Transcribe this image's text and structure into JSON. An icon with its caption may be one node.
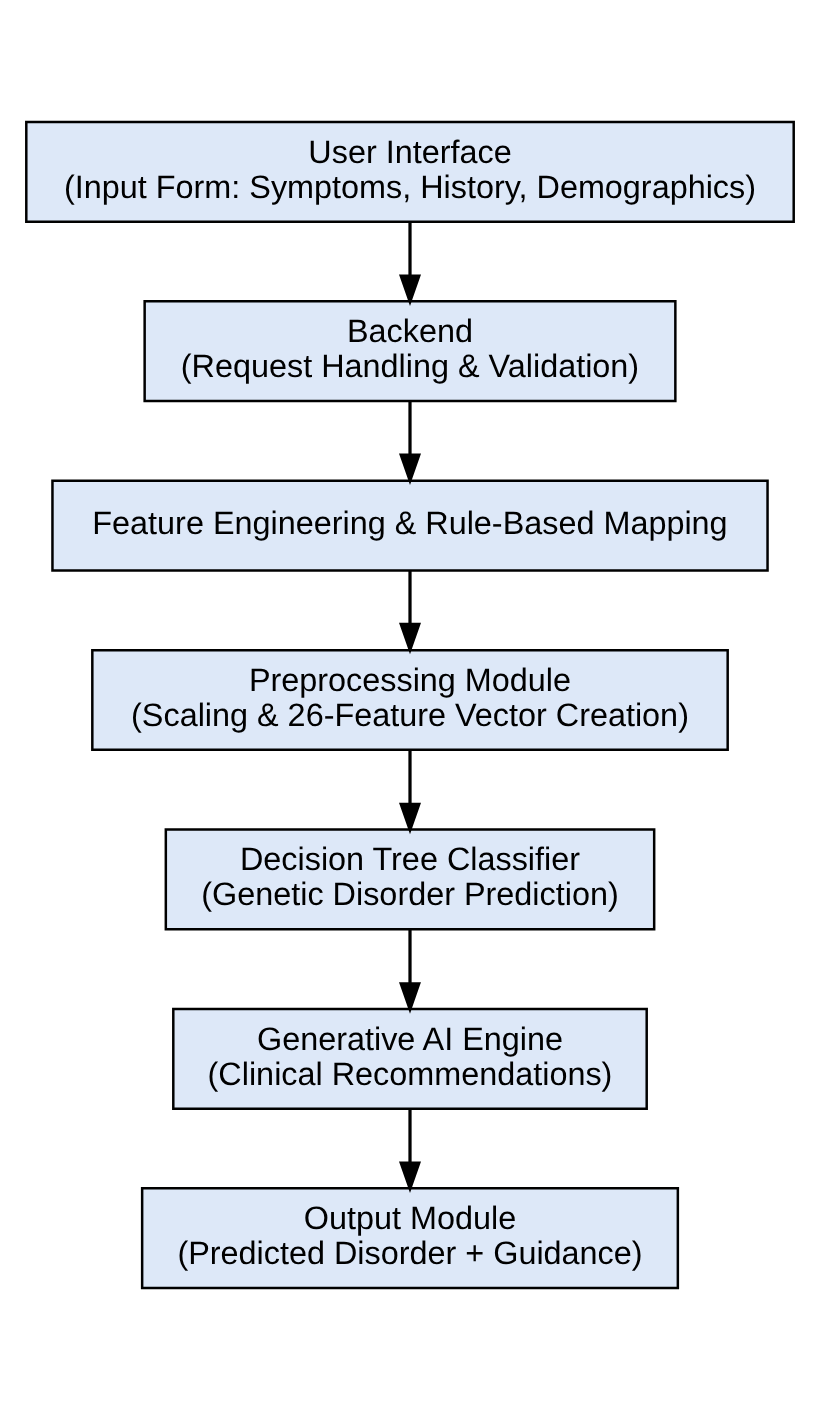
{
  "diagram": {
    "nodes": [
      {
        "text": [
          "User Interface",
          "(Input Form: Symptoms, History, Demographics)"
        ]
      },
      {
        "text": [
          "Backend",
          "(Request Handling & Validation)"
        ]
      },
      {
        "text": [
          "Feature Engineering & Rule-Based Mapping"
        ]
      },
      {
        "text": [
          "Preprocessing Module",
          "(Scaling & 26-Feature Vector Creation)"
        ]
      },
      {
        "text": [
          "Decision Tree Classifier",
          "(Genetic Disorder Prediction)"
        ]
      },
      {
        "text": [
          "Generative AI Engine",
          "(Clinical Recommendations)"
        ]
      },
      {
        "text": [
          "Output Module",
          "(Predicted Disorder + Guidance)"
        ]
      }
    ],
    "edges": [
      {
        "from": 0,
        "to": 1,
        "arrow": "to"
      },
      {
        "from": 1,
        "to": 2,
        "arrow": "to"
      },
      {
        "from": 2,
        "to": 3,
        "arrow": "to"
      },
      {
        "from": 3,
        "to": 4,
        "arrow": "to"
      },
      {
        "from": 4,
        "to": 5,
        "arrow": "to"
      },
      {
        "from": 5,
        "to": 6,
        "arrow": "to"
      }
    ]
  }
}
